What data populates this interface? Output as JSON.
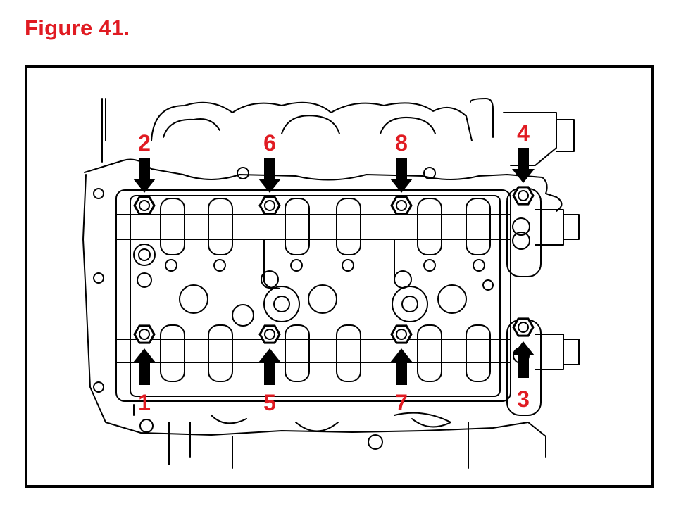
{
  "title": "Figure 41.",
  "colors": {
    "label": "#e01b22",
    "line": "#000000",
    "background": "#ffffff"
  },
  "icons": {
    "bolt": "hex-bolt-icon",
    "arrow": "arrow-icon"
  },
  "bolts": [
    {
      "label": "1",
      "order": 1,
      "arrow": "up"
    },
    {
      "label": "2",
      "order": 2,
      "arrow": "down"
    },
    {
      "label": "3",
      "order": 3,
      "arrow": "up"
    },
    {
      "label": "4",
      "order": 4,
      "arrow": "down"
    },
    {
      "label": "5",
      "order": 5,
      "arrow": "up"
    },
    {
      "label": "6",
      "order": 6,
      "arrow": "down"
    },
    {
      "label": "7",
      "order": 7,
      "arrow": "up"
    },
    {
      "label": "8",
      "order": 8,
      "arrow": "down"
    }
  ]
}
